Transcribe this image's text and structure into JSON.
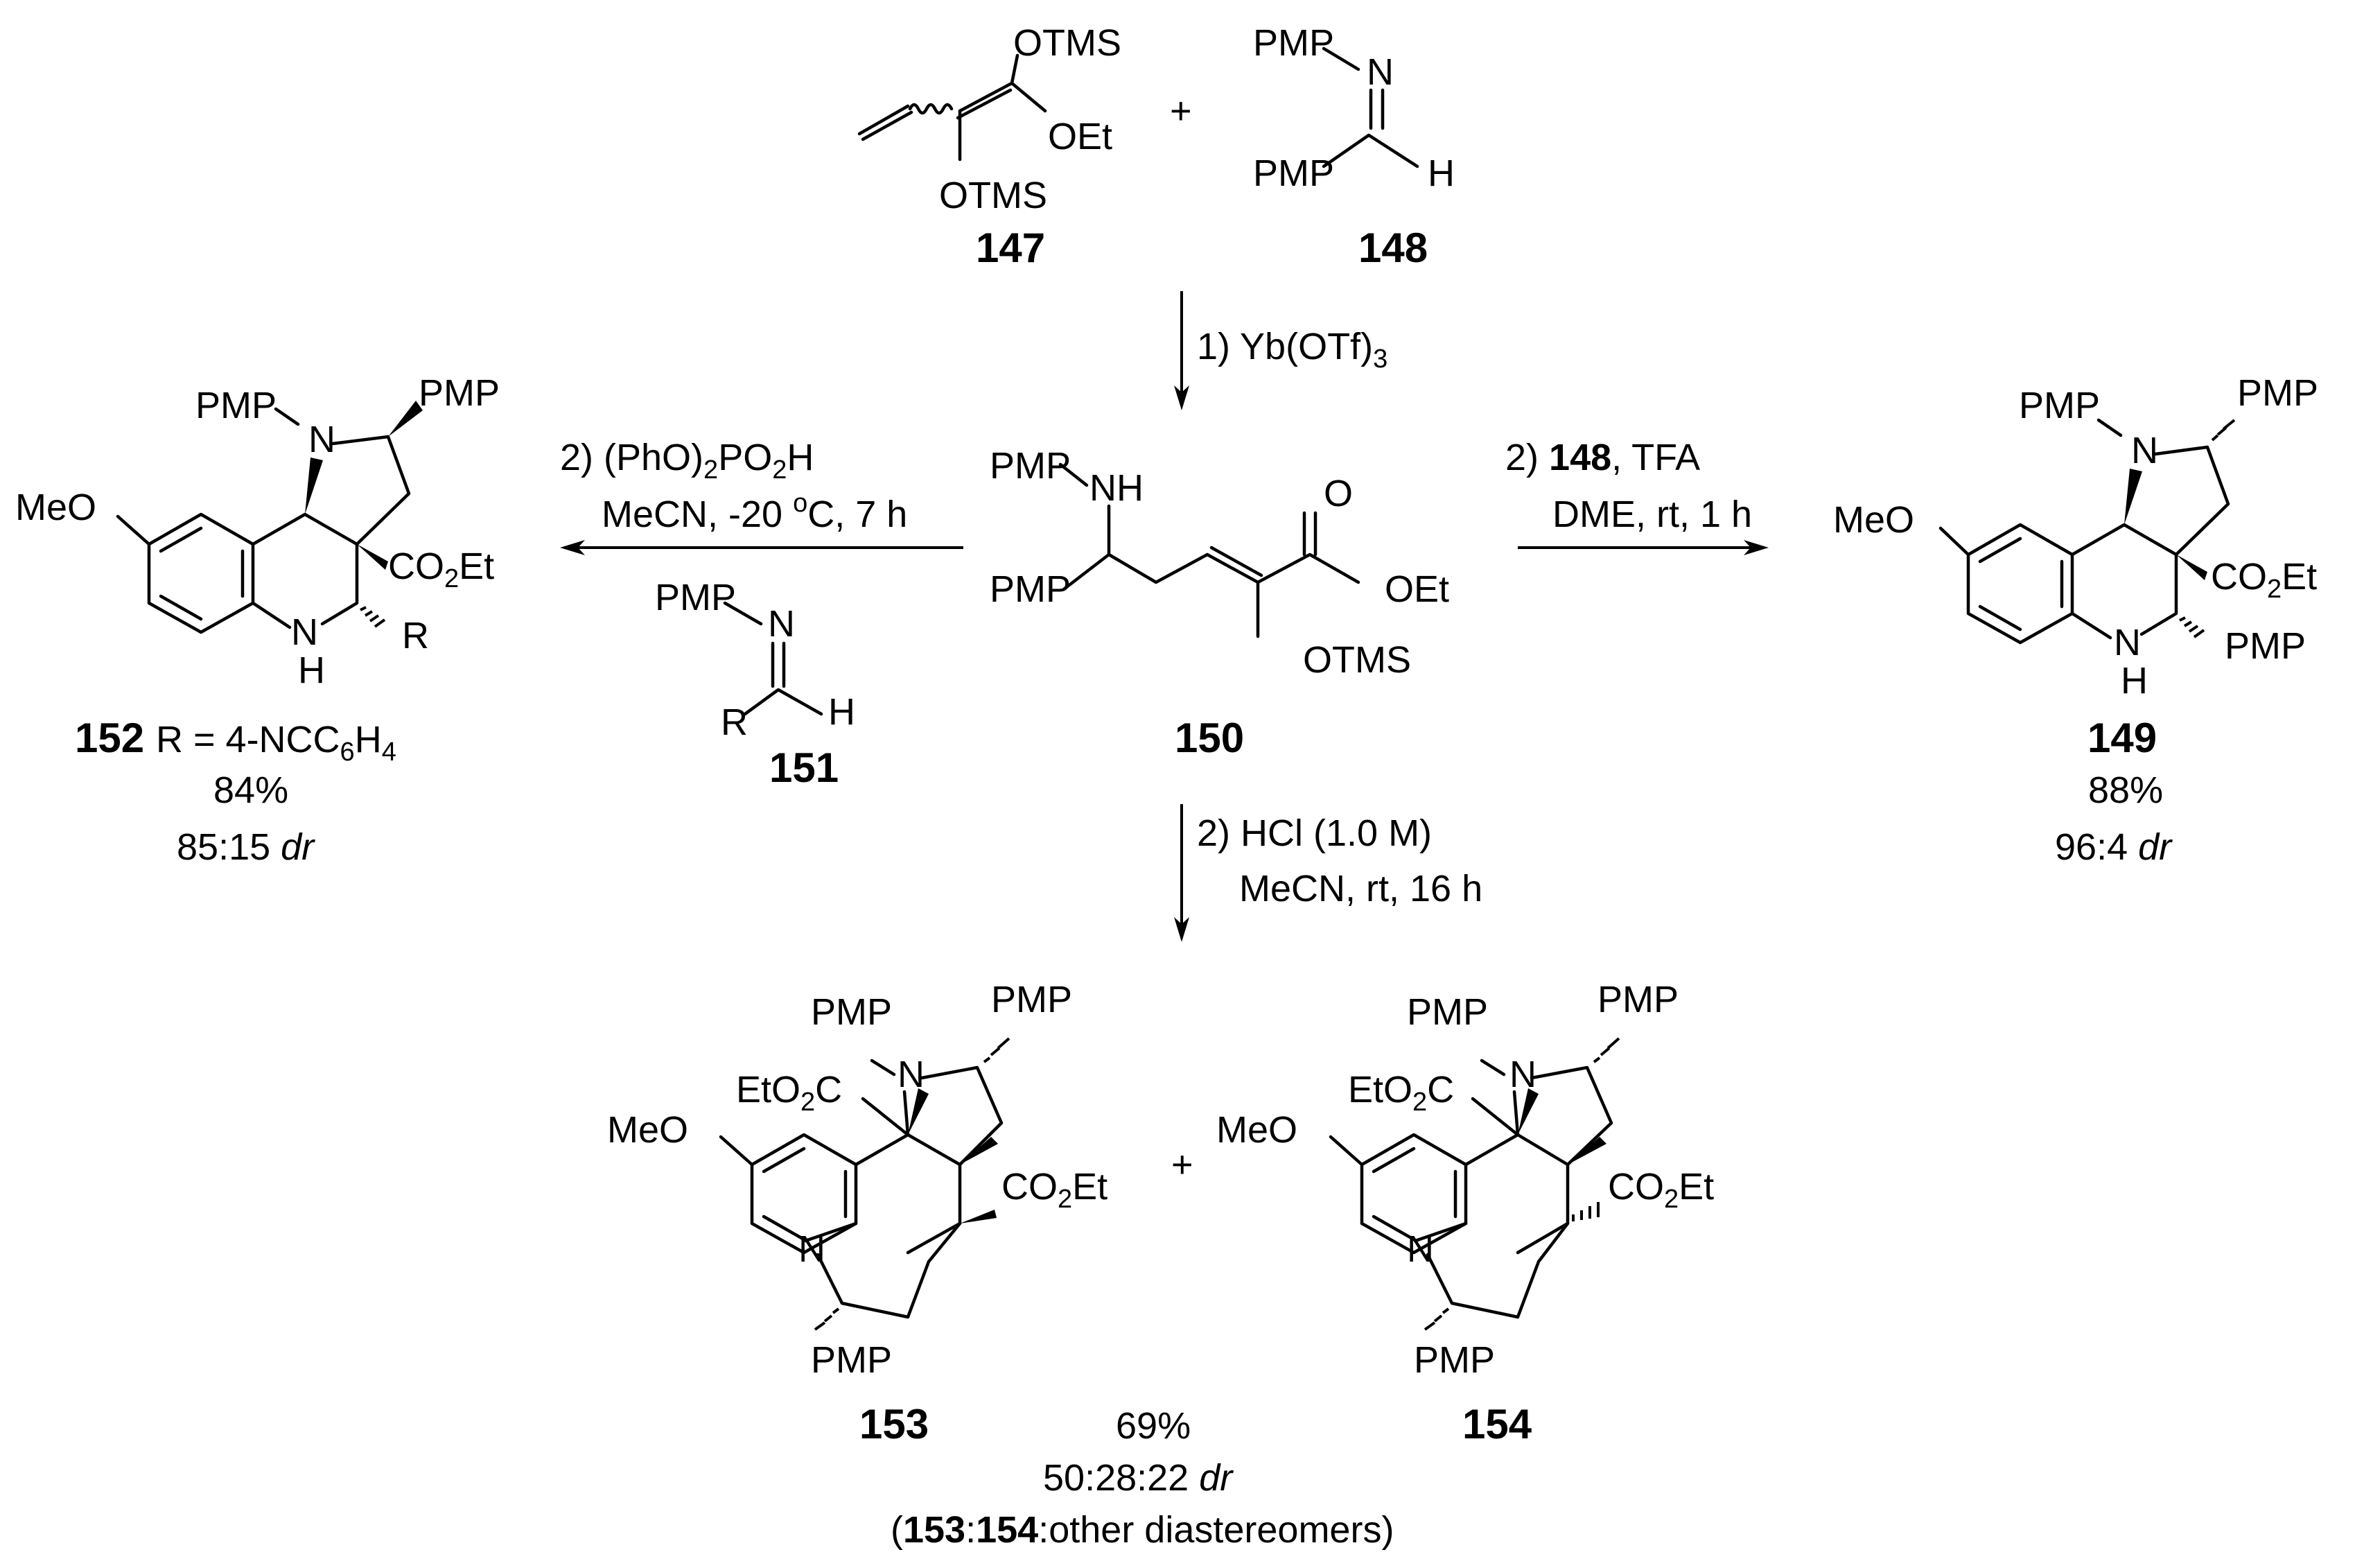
{
  "compounds": {
    "c147": "147",
    "c148": "148",
    "c149": "149",
    "c150": "150",
    "c151": "151",
    "c152": "152",
    "c153": "153",
    "c154": "154"
  },
  "atoms": {
    "otms": "OTMS",
    "oet": "OEt",
    "pmp": "PMP",
    "n": "N",
    "h": "H",
    "nh": "NH",
    "o": "O",
    "meo": "MeO",
    "co2et_main": "CO",
    "co2et_sub": "2",
    "co2et_tail": "Et",
    "eto2c_head": "EtO",
    "eto2c_sub": "2",
    "eto2c_tail": "C",
    "r": "R"
  },
  "plus_sign": "+",
  "step1": {
    "label": "1) Yb(OTf)",
    "sub": "3"
  },
  "step_left": {
    "line1_a": "2) (PhO)",
    "line1_sub1": "2",
    "line1_b": "PO",
    "line1_sub2": "2",
    "line1_c": "H",
    "line2_a": "MeCN, -20 ",
    "line2_sup": "o",
    "line2_b": "C, 7 h"
  },
  "step_right": {
    "line1_a": "2) ",
    "line1_bold": "148",
    "line1_b": ", TFA",
    "line2": "DME, rt, 1 h"
  },
  "step_down": {
    "line1": "2) HCl (1.0 M)",
    "line2": "MeCN, rt, 16 h"
  },
  "result152": {
    "r_def_a": " R = 4-NCC",
    "r_def_sub": "6",
    "r_def_b": "H",
    "r_def_sub2": "4",
    "yield": "84%",
    "dr_value": "85:15 ",
    "dr_unit": "dr"
  },
  "result149": {
    "yield": "88%",
    "dr_value": "96:4 ",
    "dr_unit": "dr"
  },
  "result153_154": {
    "yield": "69%",
    "dr_value": "50:28:22 ",
    "dr_unit": "dr",
    "ratio_open": "(",
    "ratio_a": "153",
    "ratio_sep": ":",
    "ratio_b": "154",
    "ratio_tail": ":other diastereomers)"
  }
}
